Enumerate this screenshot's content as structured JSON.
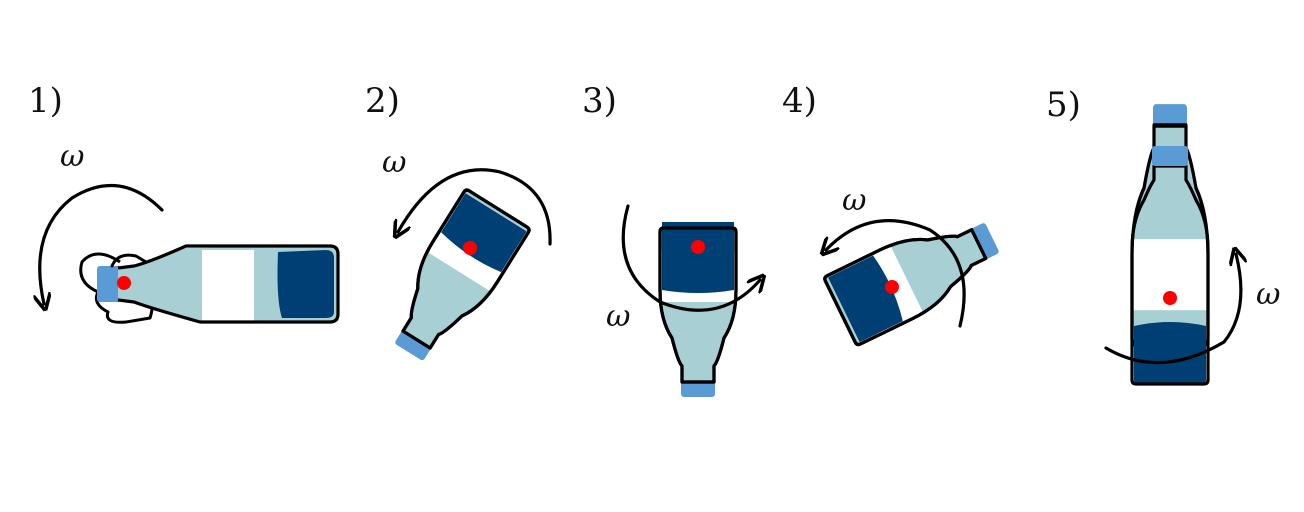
{
  "colors": {
    "background": "#ffffff",
    "bottle_body": "#a8cfd4",
    "water": "#003f73",
    "label": "#ffffff",
    "cap": "#5b9bd5",
    "center_of_mass": "#ff0000",
    "outline": "#000000"
  },
  "steps": [
    {
      "label": "1)",
      "omega": "ω",
      "hand_visible": true
    },
    {
      "label": "2)",
      "omega": "ω"
    },
    {
      "label": "3)",
      "omega": "ω"
    },
    {
      "label": "4)",
      "omega": "ω"
    },
    {
      "label": "5)",
      "omega": "ω"
    }
  ]
}
